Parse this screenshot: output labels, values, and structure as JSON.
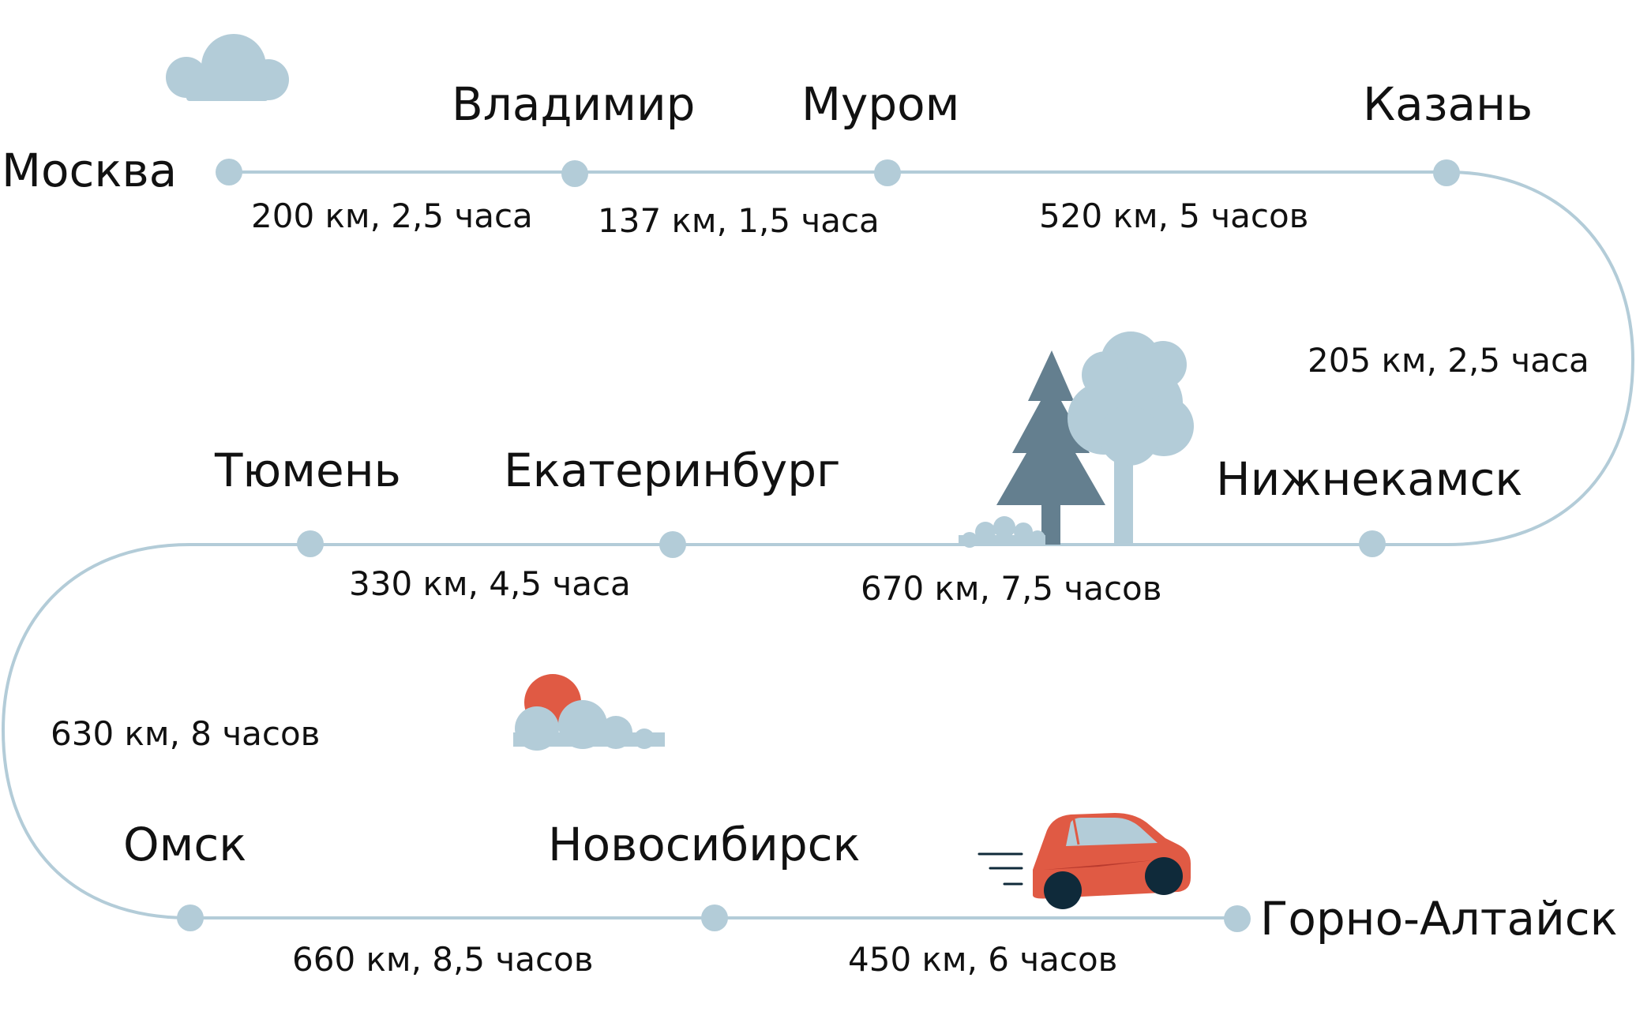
{
  "colors": {
    "route": "#b3ccd8",
    "text": "#111111",
    "cloud": "#b3ccd8",
    "pine": "#647f8f",
    "tree_crown": "#b3ccd8",
    "sun": "#e05a44",
    "car_body": "#e05a44",
    "car_window": "#b3ccd8",
    "wheel": "#0f2a3a"
  },
  "icons": [
    "cloud-icon",
    "pine-tree-icon",
    "deciduous-tree-icon",
    "sun-cloud-icon",
    "car-icon"
  ],
  "cities": [
    {
      "id": "moskva",
      "name": "Москва"
    },
    {
      "id": "vladimir",
      "name": "Владимир"
    },
    {
      "id": "murom",
      "name": "Муром"
    },
    {
      "id": "kazan",
      "name": "Казань"
    },
    {
      "id": "nizhnekamsk",
      "name": "Нижнекамск"
    },
    {
      "id": "ekaterinburg",
      "name": "Екатеринбург"
    },
    {
      "id": "tyumen",
      "name": "Тюмень"
    },
    {
      "id": "omsk",
      "name": "Омск"
    },
    {
      "id": "novosibirsk",
      "name": "Новосибирск"
    },
    {
      "id": "gorno-altaysk",
      "name": "Горно-Алтайск"
    }
  ],
  "segments": [
    {
      "id": "moskva-vladimir",
      "label": "200 км, 2,5 часа"
    },
    {
      "id": "vladimir-murom",
      "label": "137 км, 1,5 часа"
    },
    {
      "id": "murom-kazan",
      "label": "520 км, 5 часов"
    },
    {
      "id": "kazan-nizhnekamsk",
      "label": "205 км, 2,5 часа"
    },
    {
      "id": "nizhnekamsk-ekaterinburg",
      "label": "670 км, 7,5 часов"
    },
    {
      "id": "ekaterinburg-tyumen",
      "label": "330 км, 4,5 часа"
    },
    {
      "id": "tyumen-omsk",
      "label": "630 км, 8 часов"
    },
    {
      "id": "omsk-novosibirsk",
      "label": "660 км, 8,5 часов"
    },
    {
      "id": "novosibirsk-gorno-altaysk",
      "label": "450 км, 6 часов"
    }
  ]
}
